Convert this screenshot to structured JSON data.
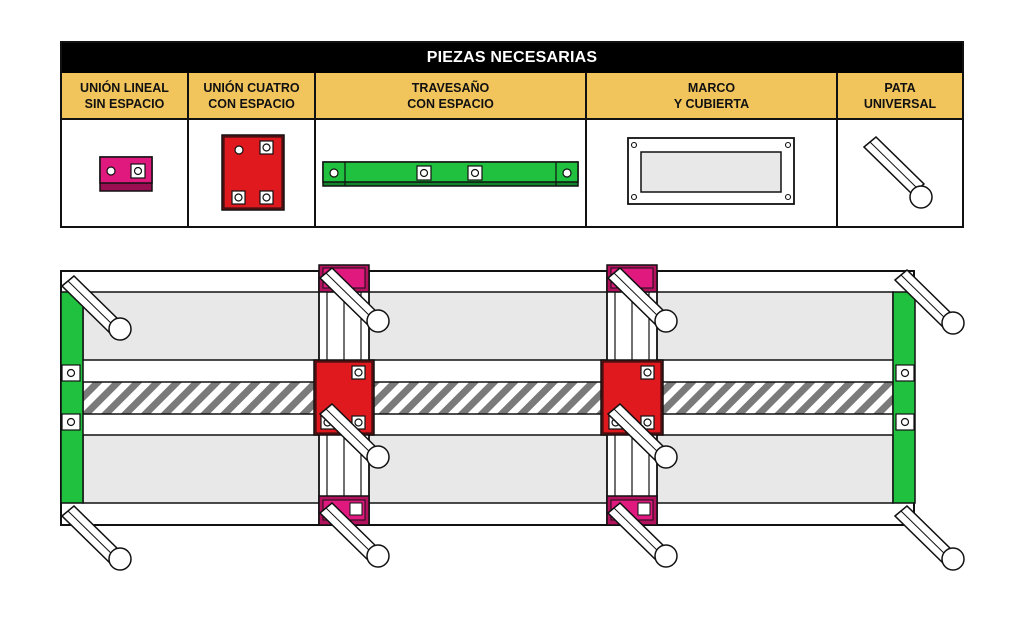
{
  "table": {
    "title": "PIEZAS NECESARIAS",
    "columns": [
      {
        "line1": "UNIÓN LINEAL",
        "line2": "SIN ESPACIO",
        "icon": "linear-joint-icon",
        "color": "#e0197f"
      },
      {
        "line1": "UNIÓN CUATRO",
        "line2": "CON ESPACIO",
        "icon": "four-way-joint-icon",
        "color": "#e0191e"
      },
      {
        "line1": "TRAVESAÑO",
        "line2": "CON ESPACIO",
        "icon": "crossbar-icon",
        "color": "#1fc13f"
      },
      {
        "line1": "MARCO",
        "line2": "Y CUBIERTA",
        "icon": "frame-cover-icon",
        "color": "#e8e8e8"
      },
      {
        "line1": "PATA",
        "line2": "UNIVERSAL",
        "icon": "universal-leg-icon",
        "color": "#ffffff"
      }
    ]
  },
  "colors": {
    "header_bg": "#000000",
    "column_header_bg": "#f2c55c",
    "linear_joint": "#e0197f",
    "four_way_joint": "#e0191e",
    "crossbar": "#1fc13f",
    "panel_fill": "#e8e8e8"
  }
}
